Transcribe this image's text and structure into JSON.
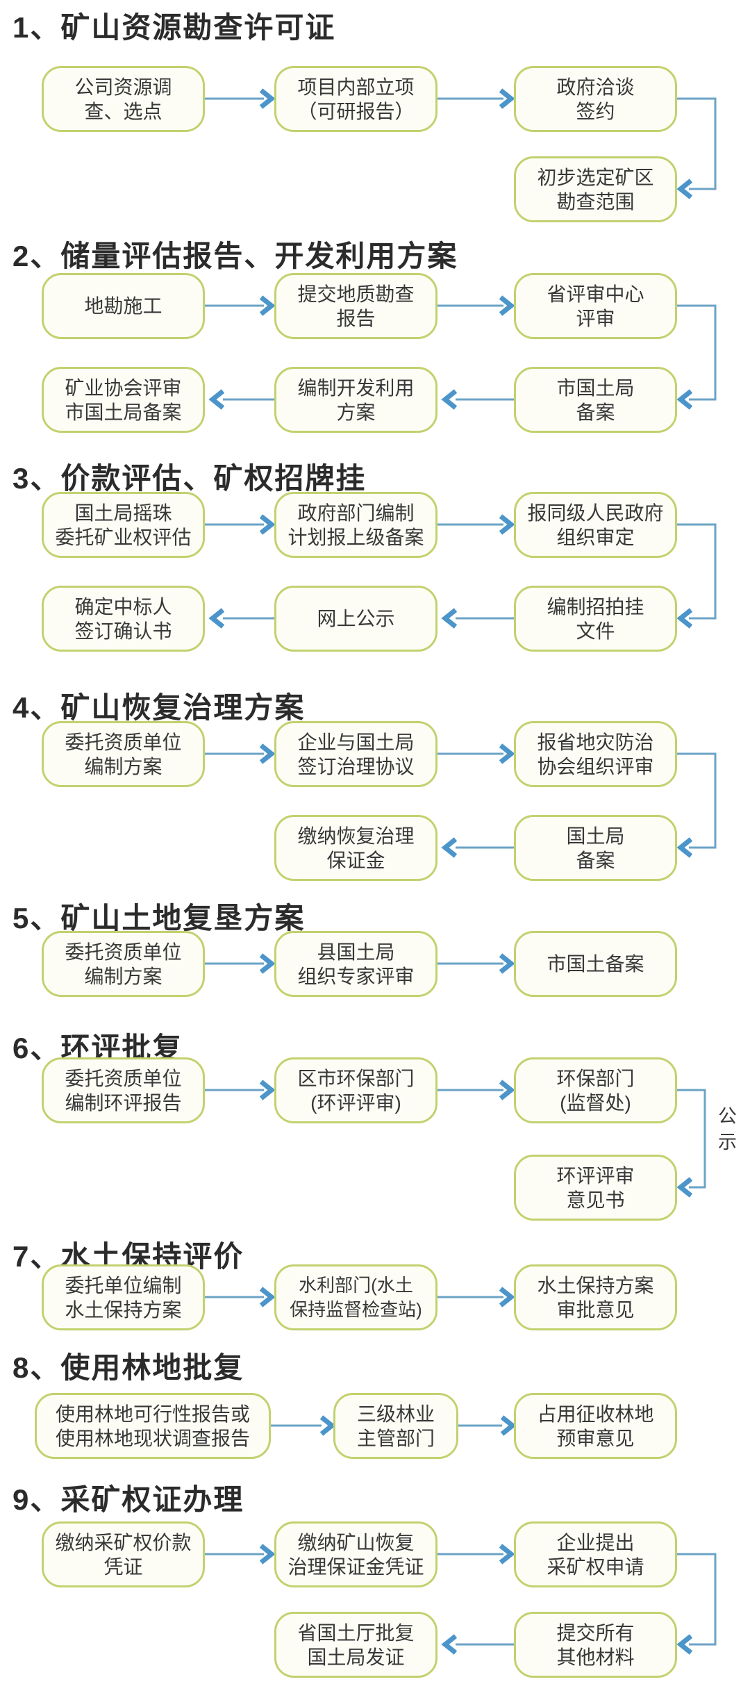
{
  "colors": {
    "background": "#ffffff",
    "box_border": "#c3d16e",
    "box_fill": "#fdfdf6",
    "arrow_line": "#6ba3c6",
    "arrow_head": "#4b95cb",
    "title_text": "#2b2b2b",
    "box_text": "#383838"
  },
  "sections": [
    {
      "title": "1、矿山资源勘查许可证",
      "boxes": [
        {
          "lines": [
            "公司资源调",
            "查、选点"
          ]
        },
        {
          "lines": [
            "项目内部立项",
            "（可研报告）"
          ]
        },
        {
          "lines": [
            "政府洽谈",
            "签约"
          ]
        },
        {
          "lines": [
            "初步选定矿区",
            "勘查范围"
          ]
        }
      ]
    },
    {
      "title": "2、储量评估报告、开发利用方案",
      "boxes": [
        {
          "lines": [
            "地勘施工"
          ]
        },
        {
          "lines": [
            "提交地质勘查",
            "报告"
          ]
        },
        {
          "lines": [
            "省评审中心",
            "评审"
          ]
        },
        {
          "lines": [
            "市国土局",
            "备案"
          ]
        },
        {
          "lines": [
            "编制开发利用",
            "方案"
          ]
        },
        {
          "lines": [
            "矿业协会评审",
            "市国土局备案"
          ]
        }
      ]
    },
    {
      "title": "3、价款评估、矿权招牌挂",
      "boxes": [
        {
          "lines": [
            "国土局摇珠",
            "委托矿业权评估"
          ]
        },
        {
          "lines": [
            "政府部门编制",
            "计划报上级备案"
          ]
        },
        {
          "lines": [
            "报同级人民政府",
            "组织审定"
          ]
        },
        {
          "lines": [
            "编制招拍挂",
            "文件"
          ]
        },
        {
          "lines": [
            "网上公示"
          ]
        },
        {
          "lines": [
            "确定中标人",
            "签订确认书"
          ]
        }
      ]
    },
    {
      "title": "4、矿山恢复治理方案",
      "boxes": [
        {
          "lines": [
            "委托资质单位",
            "编制方案"
          ]
        },
        {
          "lines": [
            "企业与国土局",
            "签订治理协议"
          ]
        },
        {
          "lines": [
            "报省地灾防治",
            "协会组织评审"
          ]
        },
        {
          "lines": [
            "国土局",
            "备案"
          ]
        },
        {
          "lines": [
            "缴纳恢复治理",
            "保证金"
          ]
        }
      ]
    },
    {
      "title": "5、矿山土地复垦方案",
      "boxes": [
        {
          "lines": [
            "委托资质单位",
            "编制方案"
          ]
        },
        {
          "lines": [
            "县国土局",
            "组织专家评审"
          ]
        },
        {
          "lines": [
            "市国土备案"
          ]
        }
      ]
    },
    {
      "title": "6、环评批复",
      "connector_label": "公示",
      "boxes": [
        {
          "lines": [
            "委托资质单位",
            "编制环评报告"
          ]
        },
        {
          "lines": [
            "区市环保部门",
            "(环评评审)"
          ]
        },
        {
          "lines": [
            "环保部门",
            "(监督处)"
          ]
        },
        {
          "lines": [
            "环评评审",
            "意见书"
          ]
        }
      ]
    },
    {
      "title": "7、水土保持评价",
      "boxes": [
        {
          "lines": [
            "委托单位编制",
            "水土保持方案"
          ]
        },
        {
          "lines": [
            "水利部门(水土",
            "保持监督检查站)"
          ]
        },
        {
          "lines": [
            "水土保持方案",
            "审批意见"
          ]
        }
      ]
    },
    {
      "title": "8、使用林地批复",
      "boxes": [
        {
          "lines": [
            "使用林地可行性报告或",
            "使用林地现状调查报告"
          ]
        },
        {
          "lines": [
            "三级林业",
            "主管部门"
          ]
        },
        {
          "lines": [
            "占用征收林地",
            "预审意见"
          ]
        }
      ]
    },
    {
      "title": "9、采矿权证办理",
      "boxes": [
        {
          "lines": [
            "缴纳采矿权价款",
            "凭证"
          ]
        },
        {
          "lines": [
            "缴纳矿山恢复",
            "治理保证金凭证"
          ]
        },
        {
          "lines": [
            "企业提出",
            "采矿权申请"
          ]
        },
        {
          "lines": [
            "提交所有",
            "其他材料"
          ]
        },
        {
          "lines": [
            "省国土厅批复",
            "国土局发证"
          ]
        }
      ]
    }
  ]
}
